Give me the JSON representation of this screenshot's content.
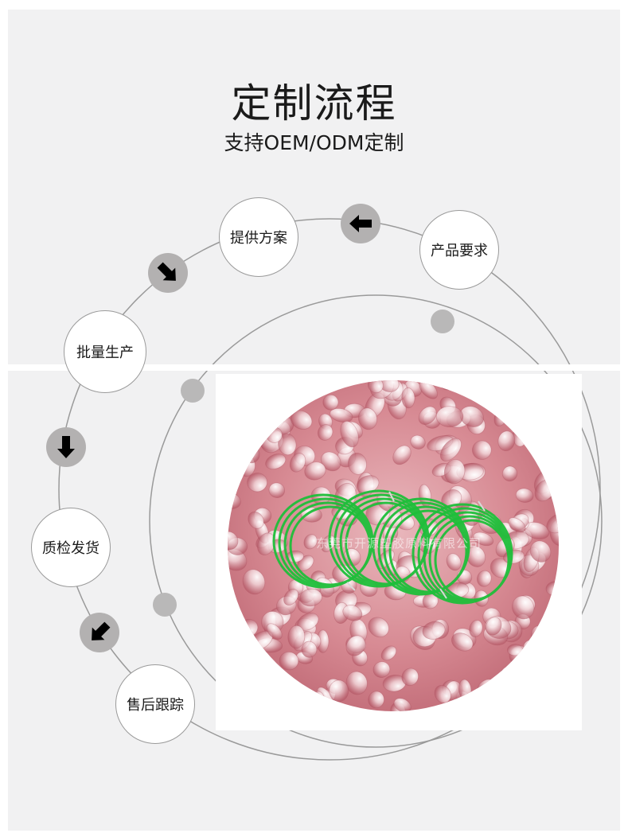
{
  "header": {
    "title": "定制流程",
    "subtitle": "支持OEM/ODM定制"
  },
  "steps": [
    {
      "label": "产品要求"
    },
    {
      "label": "提供方案"
    },
    {
      "label": "批量生产"
    },
    {
      "label": "质检发货"
    },
    {
      "label": "售后跟踪"
    }
  ],
  "product_image": {
    "watermark": "东莞市开源塑胶原料有限公司"
  },
  "colors": {
    "panel_background": "#f1f1f2",
    "ring_line": "#9a9a9a",
    "arrow_badge": "#b3b1b1",
    "product_green": "#1fbf3a"
  },
  "icons": {
    "arrow": "arrow-icon"
  }
}
